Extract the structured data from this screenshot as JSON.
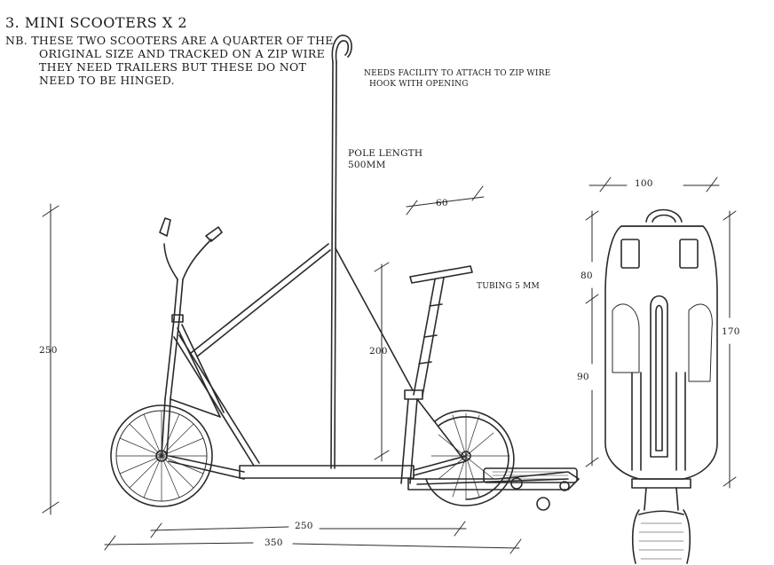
{
  "title": "3. MINI SCOOTERS X 2",
  "note_lines": [
    "NB. THESE TWO SCOOTERS ARE A QUARTER OF THE",
    "ORIGINAL SIZE AND TRACKED ON A ZIP WIRE",
    "THEY NEED TRAILERS BUT THESE DO NOT",
    "NEED TO BE HINGED."
  ],
  "annotations": {
    "zip_attach": "NEEDS FACILITY TO ATTACH TO ZIP WIRE",
    "hook": "HOOK WITH OPENING",
    "pole_length": "POLE LENGTH",
    "pole_mm": "500MM",
    "tubing": "TUBING 5 MM"
  },
  "dimensions": {
    "d60": "60",
    "d250_height": "250",
    "d200": "200",
    "d250_width": "250",
    "d350": "350",
    "d100": "100",
    "d80": "80",
    "d90": "90",
    "d170": "170"
  }
}
